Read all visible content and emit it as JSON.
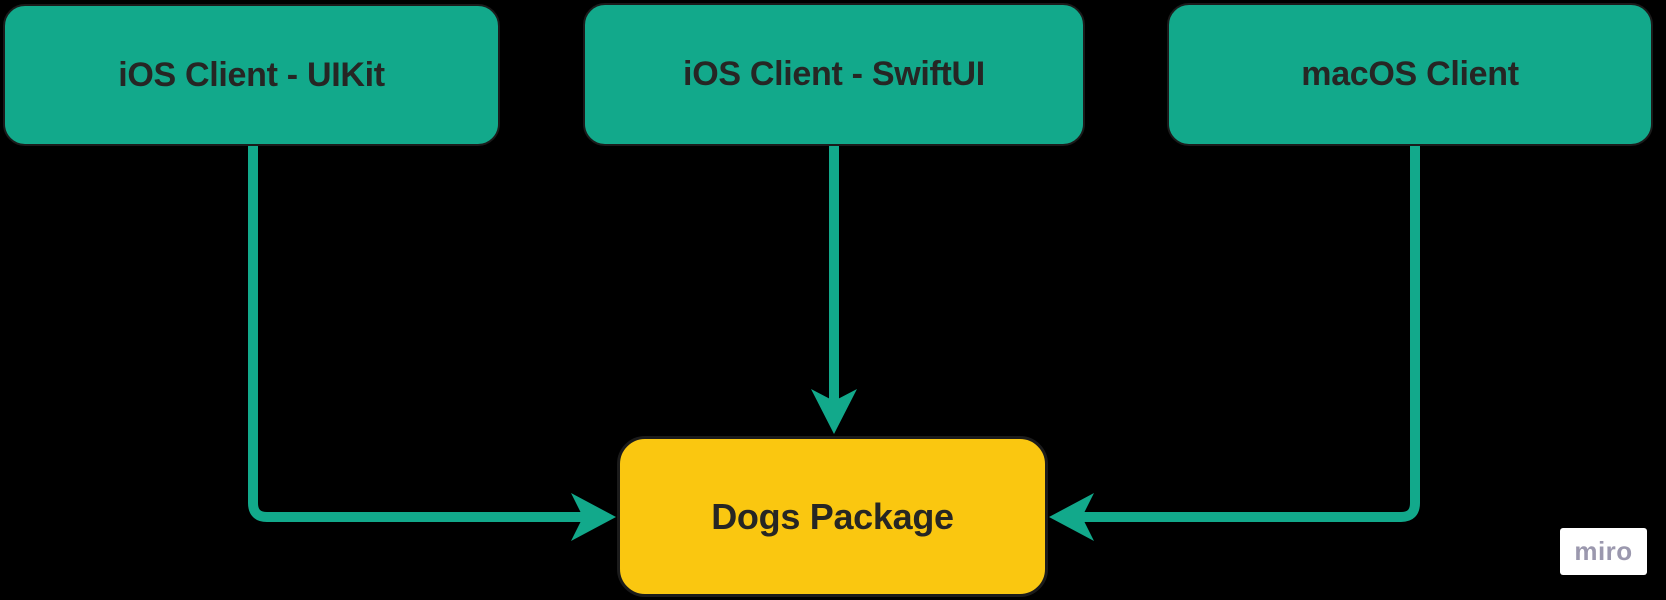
{
  "colors": {
    "background": "#000000",
    "node-fill": "#12A98B",
    "node-border": "#1B1B1B",
    "node-text": "#262624",
    "package-fill": "#FAC710",
    "edge": "#12A98B",
    "watermark-bg": "#FFFFFF",
    "watermark-text": "#9B98AE"
  },
  "diagram": {
    "nodes": [
      {
        "label": "iOS Client - UIKit"
      },
      {
        "label": "iOS Client - SwiftUI"
      },
      {
        "label": "macOS Client"
      },
      {
        "label": "Dogs Package"
      }
    ],
    "edges": [
      {
        "from": "iOS Client - UIKit",
        "to": "Dogs Package"
      },
      {
        "from": "iOS Client - SwiftUI",
        "to": "Dogs Package"
      },
      {
        "from": "macOS Client",
        "to": "Dogs Package"
      }
    ],
    "watermark": "miro"
  }
}
